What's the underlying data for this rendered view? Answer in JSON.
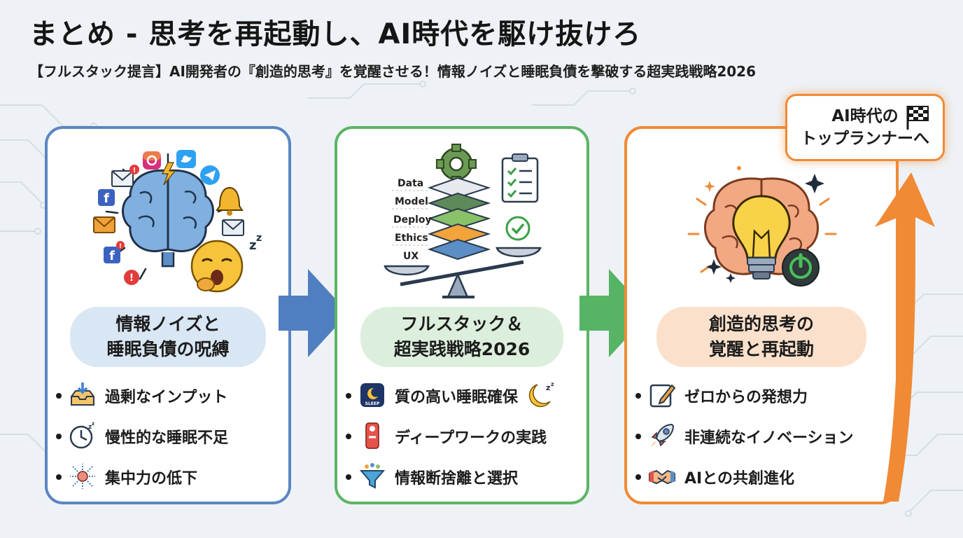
{
  "title": "まとめ - 思考を再起動し、AI時代を駆け抜けろ",
  "subtitle": "【フルスタック提言】AI開発者の『創造的思考』を覚醒させる！情報ノイズと睡眠負債を撃破する超実践戦略2026",
  "colors": {
    "blue": "#5a86c2",
    "green": "#5cb565",
    "orange": "#f08a35"
  },
  "cards": [
    {
      "pill_lines": [
        "情報ノイズと",
        "睡眠負債の呪縛"
      ],
      "illustration": "brain-with-notifications-and-yawning-face",
      "items": [
        {
          "icon": "inbox-overload-icon",
          "label": "過剰なインプット"
        },
        {
          "icon": "clock-sleep-icon",
          "label": "慢性的な睡眠不足"
        },
        {
          "icon": "scattered-focus-icon",
          "label": "集中力の低下"
        }
      ]
    },
    {
      "pill_lines": [
        "フルスタック＆",
        "超実践戦略2026"
      ],
      "illustration": "layer-stack-on-balance-scale",
      "layers": [
        "Data",
        "Model",
        "Deploy",
        "Ethics",
        "UX"
      ],
      "items": [
        {
          "icon": "sleep-app-icon",
          "label": "質の高い睡眠確保"
        },
        {
          "icon": "do-not-disturb-icon",
          "label": "ディープワークの実践"
        },
        {
          "icon": "funnel-icon",
          "label": "情報断捨離と選択"
        }
      ]
    },
    {
      "pill_lines": [
        "創造的思考の",
        "覚醒と再起動"
      ],
      "illustration": "brain-lightbulb-power",
      "items": [
        {
          "icon": "pencil-note-icon",
          "label": "ゼロからの発想力"
        },
        {
          "icon": "rocket-icon",
          "label": "非連続なイノベーション"
        },
        {
          "icon": "handshake-icon",
          "label": "AIとの共創進化"
        }
      ]
    }
  ],
  "goal_lines": [
    "AI時代の",
    "トップランナーへ"
  ]
}
